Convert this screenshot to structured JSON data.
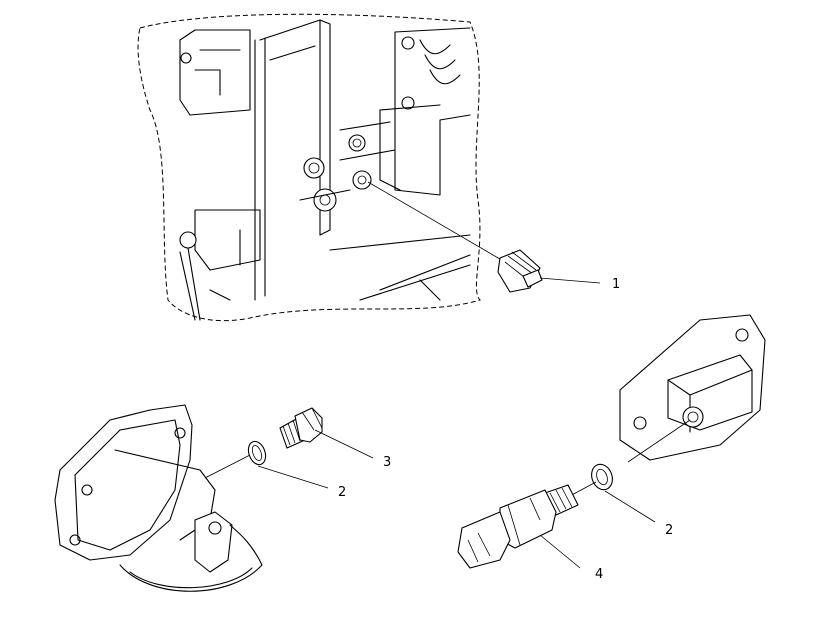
{
  "callouts": [
    {
      "id": "c1",
      "label": "1"
    },
    {
      "id": "c2a",
      "label": "2"
    },
    {
      "id": "c3",
      "label": "3"
    },
    {
      "id": "c2b",
      "label": "2"
    },
    {
      "id": "c4",
      "label": "4"
    }
  ]
}
